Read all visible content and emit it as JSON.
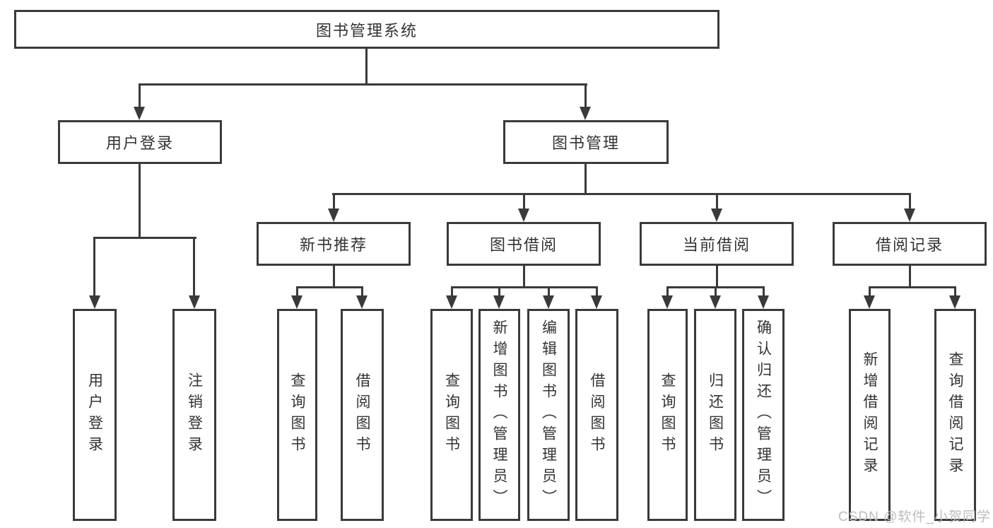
{
  "diagram": {
    "type": "hierarchy-flowchart",
    "root": {
      "label": "图书管理系统",
      "children": [
        {
          "label": "用户登录",
          "children": [
            {
              "label": "用户登录"
            },
            {
              "label": "注销登录"
            }
          ]
        },
        {
          "label": "图书管理",
          "children": [
            {
              "label": "新书推荐",
              "children": [
                {
                  "label": "查询图书"
                },
                {
                  "label": "借阅图书"
                }
              ]
            },
            {
              "label": "图书借阅",
              "children": [
                {
                  "label": "查询图书"
                },
                {
                  "label": "新增图书（管理员）"
                },
                {
                  "label": "编辑图书（管理员）"
                },
                {
                  "label": "借阅图书"
                }
              ]
            },
            {
              "label": "当前借阅",
              "children": [
                {
                  "label": "查询图书"
                },
                {
                  "label": "归还图书"
                },
                {
                  "label": "确认归还（管理员）"
                }
              ]
            },
            {
              "label": "借阅记录",
              "children": [
                {
                  "label": "新增借阅记录"
                },
                {
                  "label": "查询借阅记录"
                }
              ]
            }
          ]
        }
      ]
    }
  },
  "watermark": {
    "text": "CSDN @软件_小贺同学"
  },
  "colors": {
    "line": "#3a3a3a",
    "text": "#333333",
    "background": "#ffffff",
    "watermark": "#bdbdbd"
  }
}
